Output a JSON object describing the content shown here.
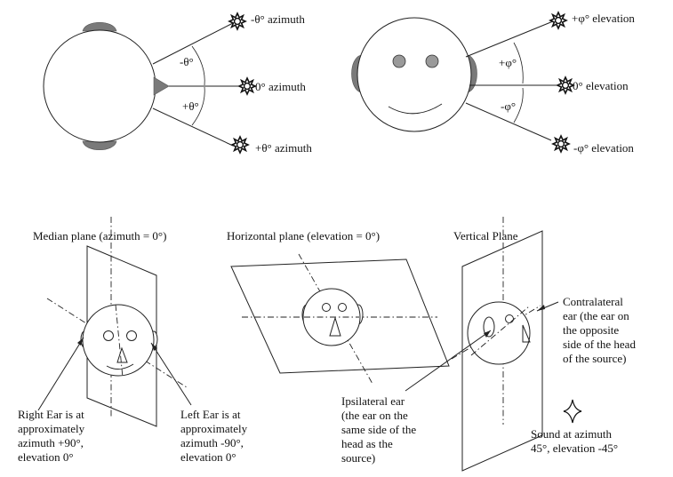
{
  "top_left": {
    "labels": {
      "neg_azimuth": "-θ° azimuth",
      "zero_azimuth": "0° azimuth",
      "pos_azimuth": "+θ° azimuth",
      "angle_neg": "-θ°",
      "angle_pos": "+θ°"
    }
  },
  "top_right": {
    "labels": {
      "pos_elevation": "+φ° elevation",
      "zero_elevation": "0° elevation",
      "neg_elevation": "-φ° elevation",
      "angle_pos": "+φ°",
      "angle_neg": "-φ°"
    }
  },
  "planes": {
    "median": "Median plane (azimuth = 0°)",
    "horizontal": "Horizontal plane (elevation = 0°)",
    "vertical": "Vertical Plane"
  },
  "annotations": {
    "right_ear": [
      "Right Ear is at",
      "approximately",
      "azimuth +90°,",
      "elevation 0°"
    ],
    "left_ear": [
      "Left Ear is at",
      "approximately",
      "azimuth -90°,",
      "elevation 0°"
    ],
    "ipsilateral": [
      "Ipsilateral ear",
      "(the ear on the",
      "same side of the",
      "head as the",
      "source)"
    ],
    "contralateral": [
      "Contralateral",
      "ear (the ear on",
      "the opposite",
      "side of the head",
      "of the source)"
    ],
    "sound": [
      "Sound at azimuth",
      "45°, elevation -45°"
    ]
  }
}
